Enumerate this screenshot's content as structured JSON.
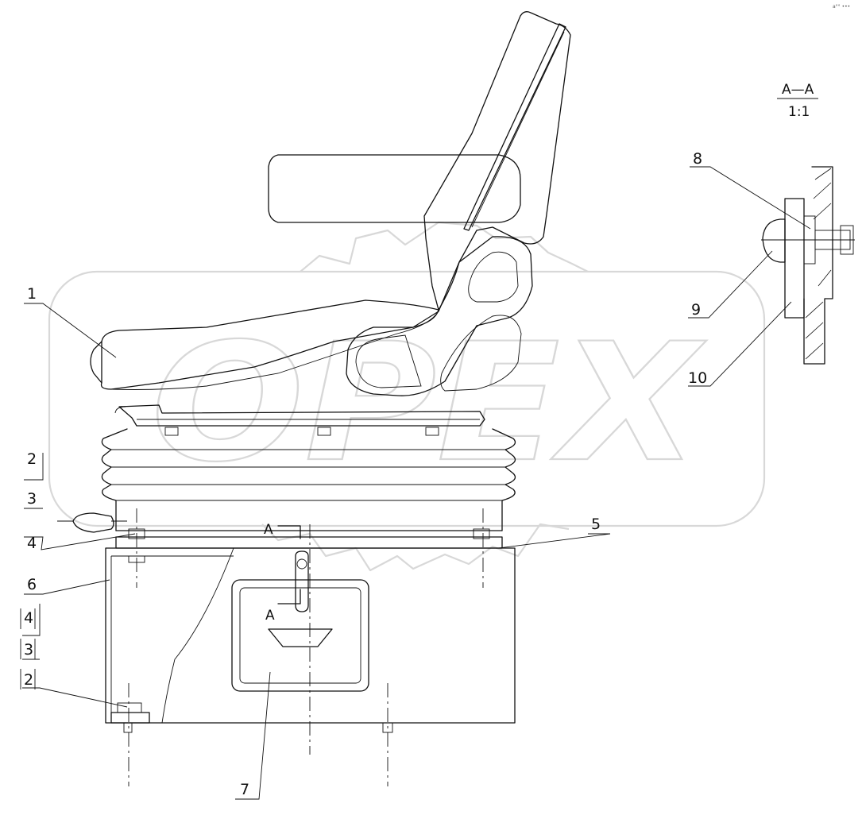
{
  "corner_mark": "a°° •••",
  "watermark": {
    "text": "OPEX",
    "color": "#d8d8d8"
  },
  "section": {
    "title": "A—A",
    "scale": "1:1"
  },
  "section_markers": {
    "top": "A",
    "bottom": "A"
  },
  "callouts": [
    {
      "id": "c1",
      "text": "1"
    },
    {
      "id": "c2",
      "text": "2"
    },
    {
      "id": "c3",
      "text": "3"
    },
    {
      "id": "c4",
      "text": "4"
    },
    {
      "id": "c5",
      "text": "5"
    },
    {
      "id": "c6",
      "text": "6"
    },
    {
      "id": "c7",
      "text": "7"
    },
    {
      "id": "c8",
      "text": "8"
    },
    {
      "id": "c9",
      "text": "9"
    },
    {
      "id": "c10",
      "text": "10"
    }
  ],
  "lower_callouts": [
    {
      "id": "b4",
      "text": "4"
    },
    {
      "id": "b3",
      "text": "3"
    },
    {
      "id": "b2",
      "text": "2"
    }
  ]
}
